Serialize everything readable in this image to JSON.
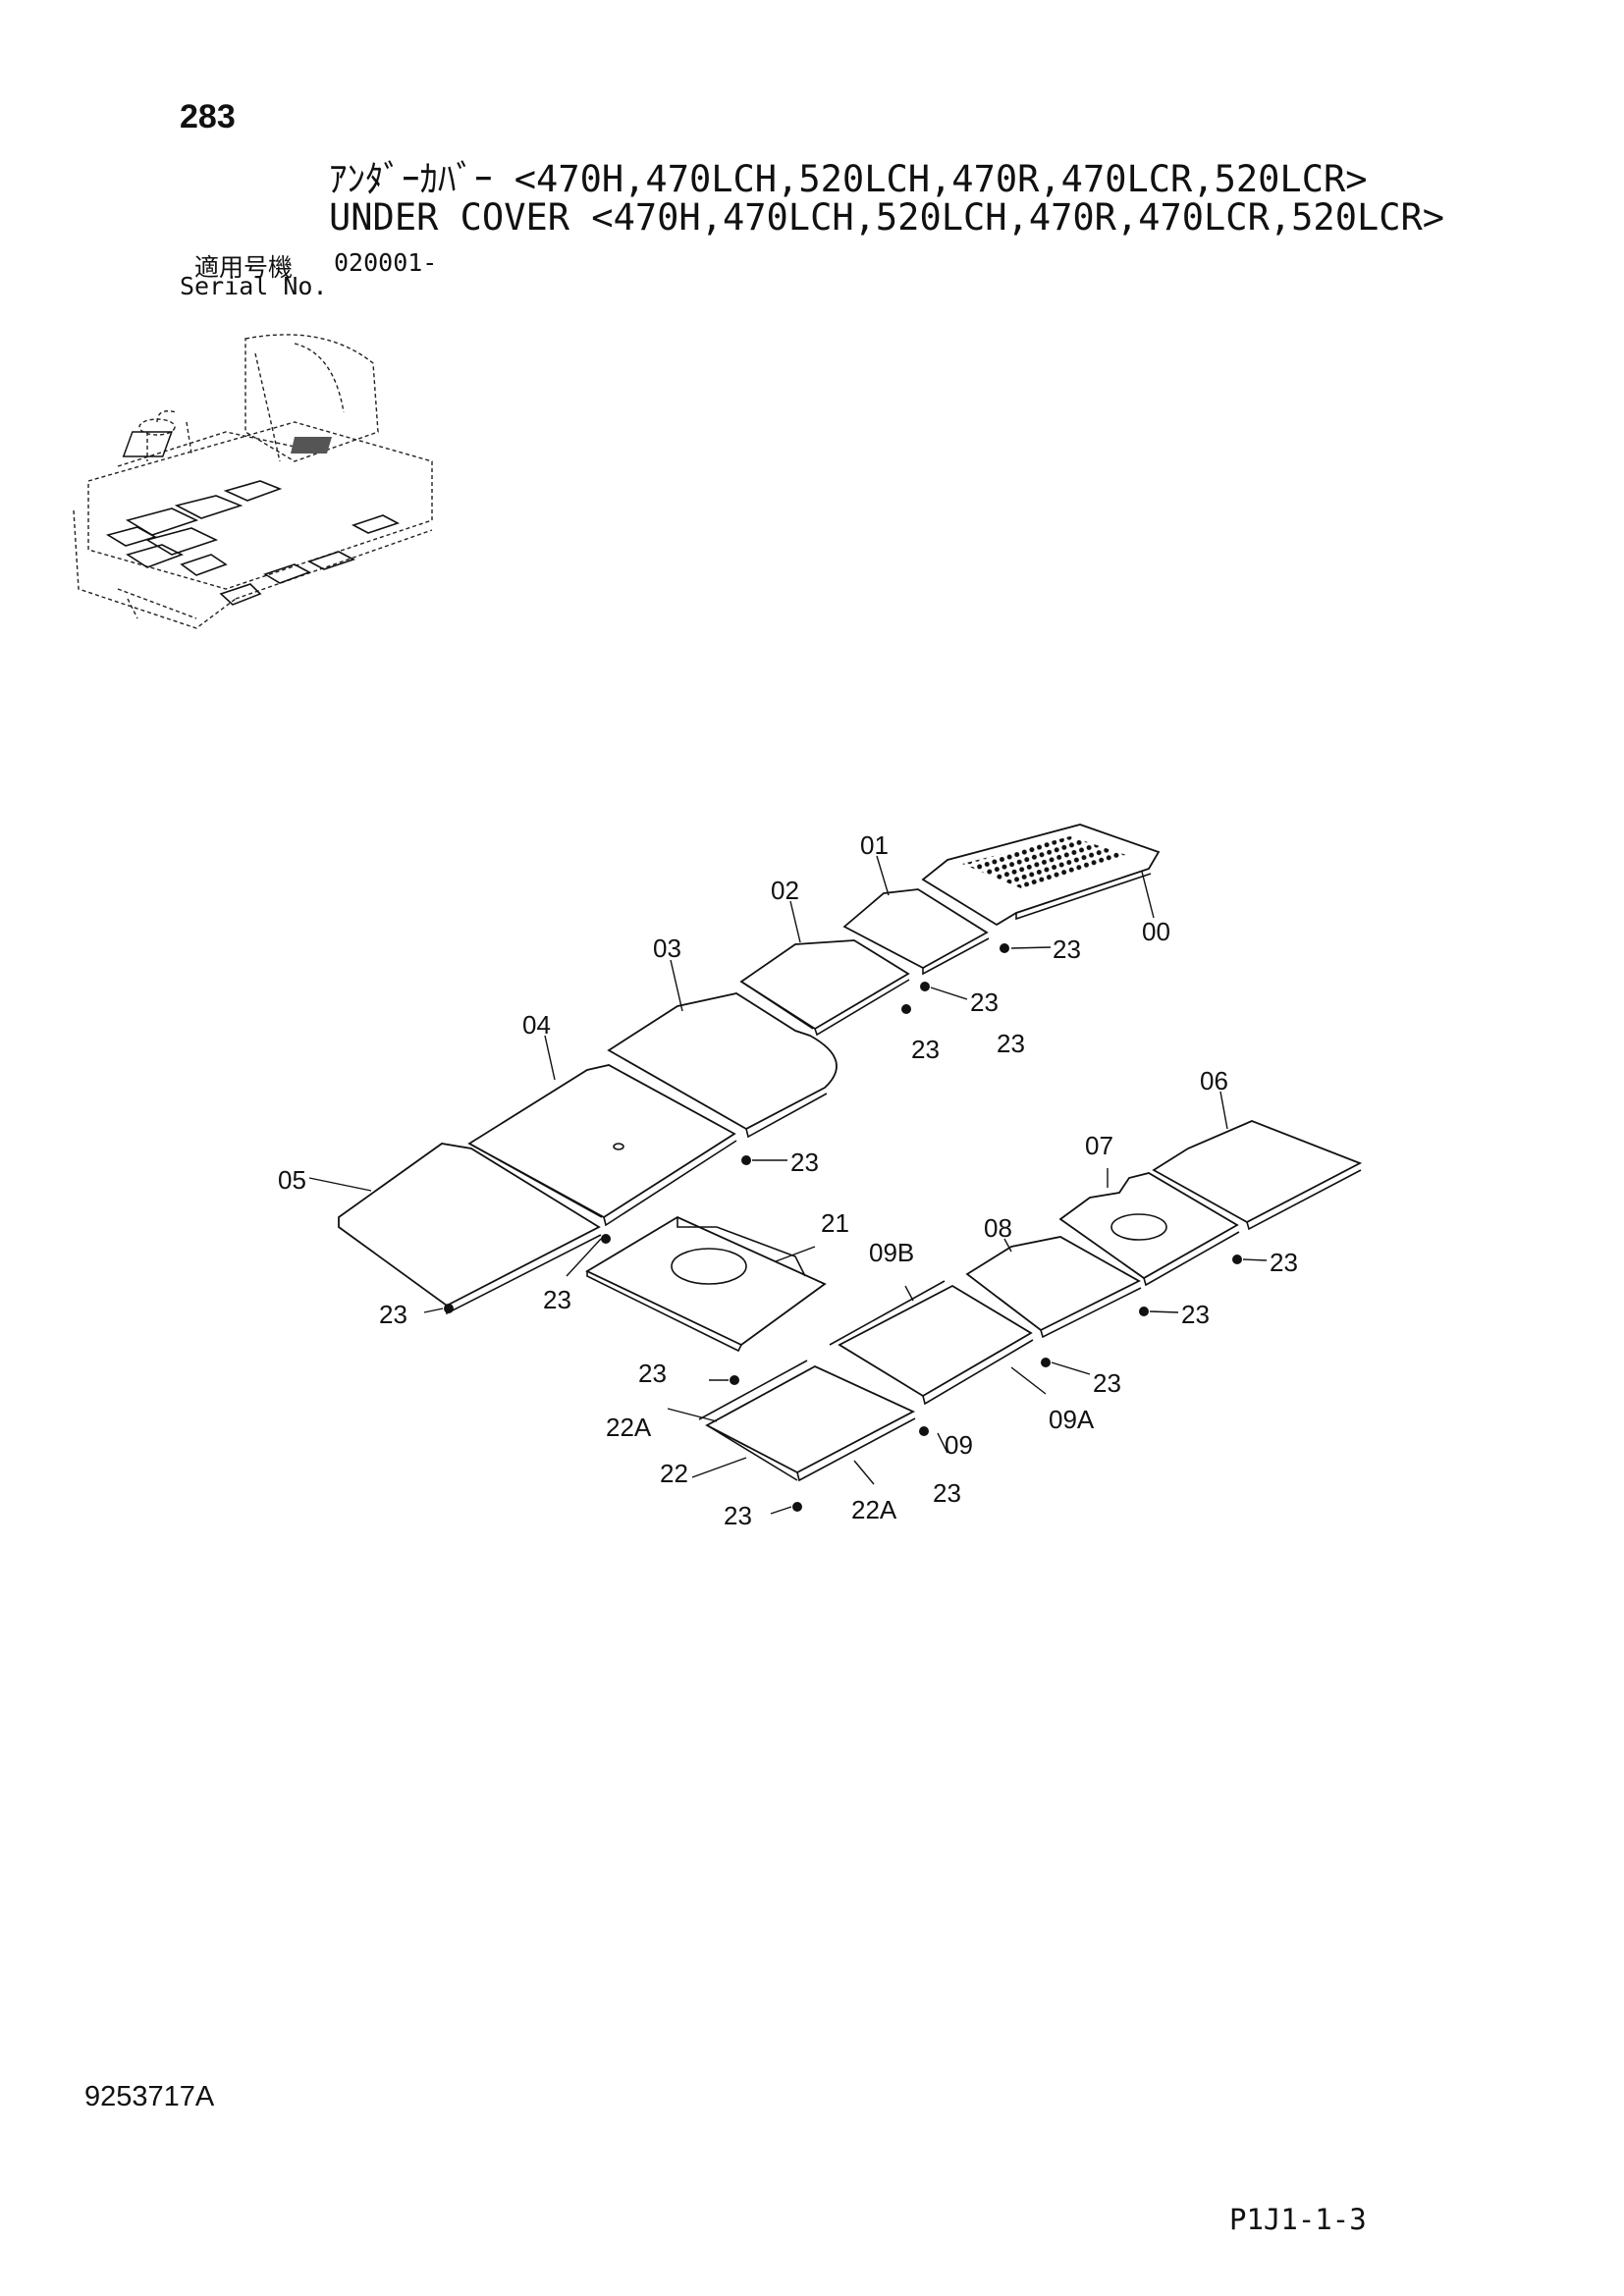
{
  "page_number": "283",
  "title_jp": "ｱﾝﾀﾞｰｶﾊﾞｰ <470H,470LCH,520LCH,470R,470LCR,520LCR>",
  "title_en": "UNDER COVER <470H,470LCH,520LCH,470R,470LCR,520LCR>",
  "serial": {
    "label_jp": "適用号機",
    "label_en": "Serial No.",
    "value": "020001-"
  },
  "drawing_number": "9253717A",
  "sheet_code": "P1J1-1-3",
  "callouts": {
    "c00": "00",
    "c01": "01",
    "c02": "02",
    "c03": "03",
    "c04": "04",
    "c05": "05",
    "c06": "06",
    "c07": "07",
    "c08": "08",
    "c09": "09",
    "c09a": "09A",
    "c09b": "09B",
    "c21": "21",
    "c22": "22",
    "c22a_1": "22A",
    "c22a_2": "22A",
    "c23_1": "23",
    "c23_2": "23",
    "c23_3": "23",
    "c23_4": "23",
    "c23_5": "23",
    "c23_6": "23",
    "c23_7": "23",
    "c23_8": "23",
    "c23_9": "23",
    "c23_10": "23",
    "c23_11": "23",
    "c23_12": "23",
    "c23_13": "23"
  }
}
